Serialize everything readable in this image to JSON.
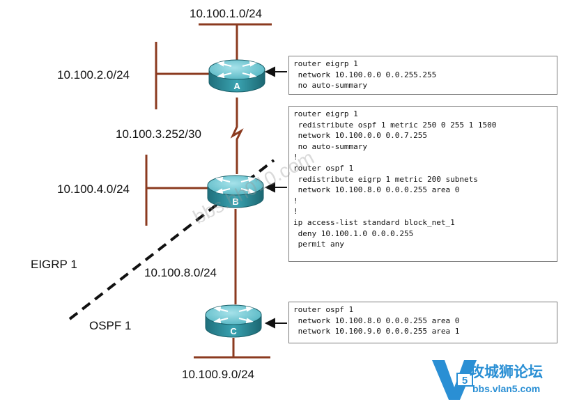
{
  "networks": {
    "n1": "10.100.1.0/24",
    "n2": "10.100.2.0/24",
    "n3": "10.100.3.252/30",
    "n4": "10.100.4.0/24",
    "n8": "10.100.8.0/24",
    "n9": "10.100.9.0/24"
  },
  "routers": {
    "a": "A",
    "b": "B",
    "c": "C"
  },
  "areas": {
    "eigrp": "EIGRP 1",
    "ospf": "OSPF 1"
  },
  "config_a": {
    "lines": [
      "router eigrp 1",
      " network 10.100.0.0 0.0.255.255",
      " no auto-summary"
    ]
  },
  "config_b": {
    "lines": [
      "router eigrp 1",
      " redistribute ospf 1 metric 250 0 255 1 1500",
      " network 10.100.0.0 0.0.7.255",
      " no auto-summary",
      "!",
      "router ospf 1",
      " redistribute eigrp 1 metric 200 subnets",
      " network 10.100.8.0 0.0.0.255 area 0",
      "!",
      "!",
      "ip access-list standard block_net_1",
      " deny 10.100.1.0 0.0.0.255",
      " permit any"
    ]
  },
  "config_c": {
    "lines": [
      "router ospf 1",
      " network 10.100.8.0 0.0.0.255 area 0",
      " network 10.100.9.0 0.0.0.255 area 1"
    ]
  },
  "watermark": {
    "text": "bbs.hh010.com"
  },
  "brand": {
    "logo_text": "V5",
    "cn": "攻城狮论坛",
    "url": "bbs.vlan5.com"
  },
  "colors": {
    "link": "#8b3a1f",
    "router_body": "#2b8f9e",
    "router_top": "#6cc7d2",
    "brand": "#2a8fd4"
  }
}
